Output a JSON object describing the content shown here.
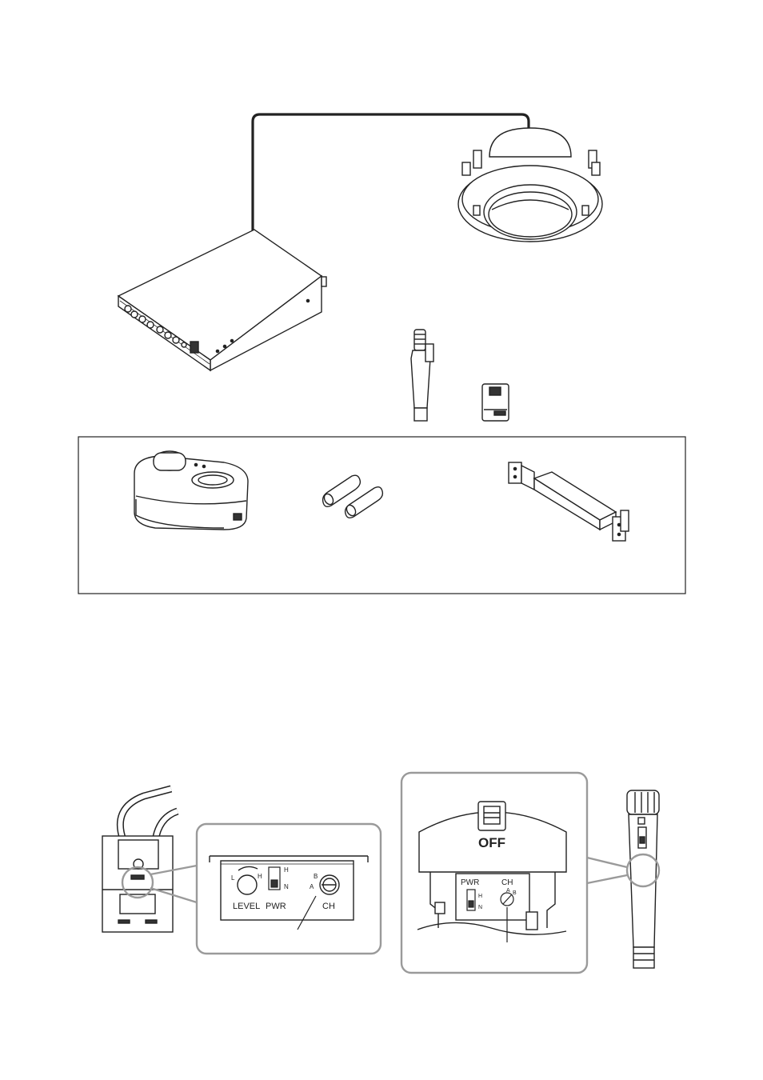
{
  "receiver_switches": {
    "level_low": "L",
    "level_high": "H",
    "level_label": "LEVEL",
    "pwr_high": "H",
    "pwr_normal": "N",
    "pwr_label": "PWR",
    "ch_b": "B",
    "ch_a": "A",
    "ch_label": "CH"
  },
  "mic_switches": {
    "off_label": "OFF",
    "pwr_label": "PWR",
    "pwr_high": "H",
    "pwr_normal": "N",
    "ch_label": "CH",
    "ch_a": "A",
    "ch_b": "B"
  },
  "colors": {
    "line": "#222222",
    "callout_frame": "#9a9a9a",
    "fill_dark": "#333333",
    "fill_gray": "#bdbdbd"
  }
}
